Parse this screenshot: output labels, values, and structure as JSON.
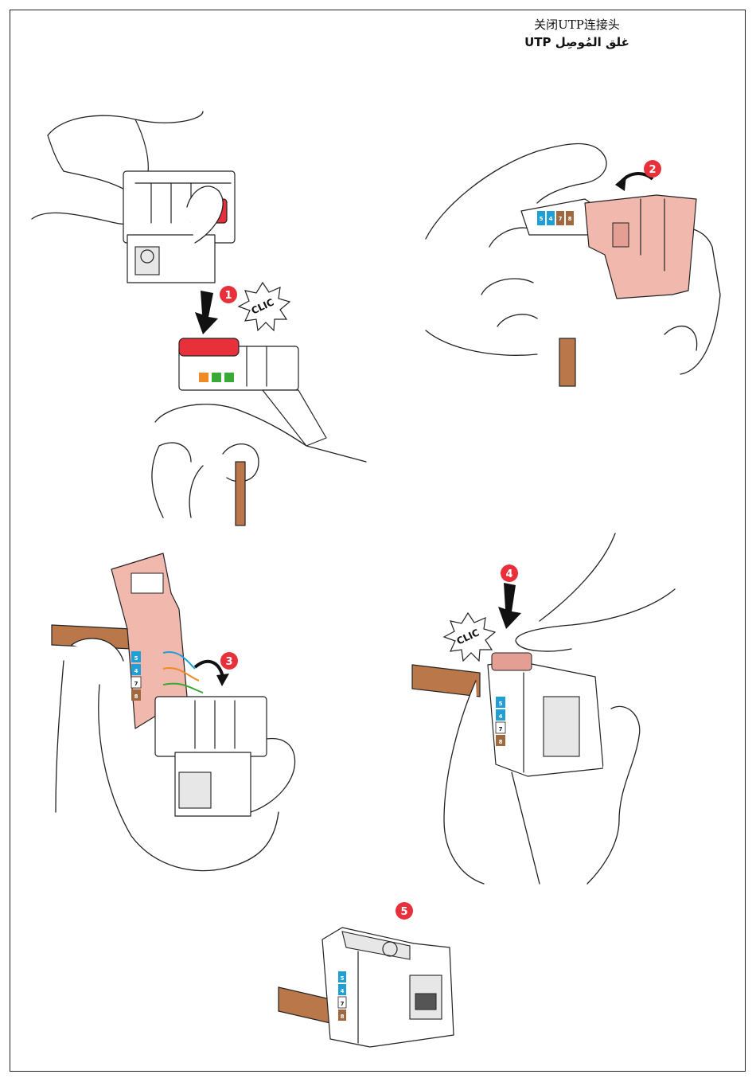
{
  "header": {
    "title_zh": "关闭UTP连接头",
    "title_ar": "غلق المُوصِل UTP"
  },
  "steps": [
    {
      "number": "1",
      "sound": "CLIC"
    },
    {
      "number": "2"
    },
    {
      "number": "3"
    },
    {
      "number": "4",
      "sound": "CLIC"
    },
    {
      "number": "5"
    }
  ],
  "pin_labels": [
    "5",
    "4",
    "7",
    "8"
  ],
  "colors": {
    "badge": "#e8303a",
    "cap": "#e8303a",
    "pink_body": "#f1b8ae",
    "cable": "#b9774a",
    "label_blue": "#1f9fd6",
    "label_brown": "#a0683e",
    "label_green": "#3aa935",
    "label_orange": "#f08a24"
  },
  "icons": [
    "arrow-down-icon",
    "curved-arrow-icon",
    "hand-icon",
    "connector-icon"
  ]
}
